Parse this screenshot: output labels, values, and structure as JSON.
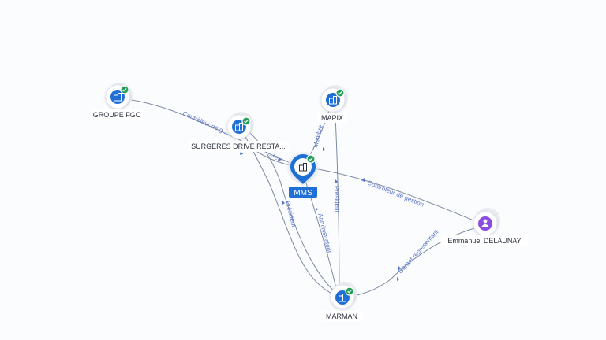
{
  "nodes": {
    "groupe_fgc": {
      "label": "GROUPE FGC",
      "kind": "company",
      "verified": true
    },
    "surgeres": {
      "label": "SURGERES DRIVE RESTA...",
      "kind": "company",
      "verified": true
    },
    "mapix": {
      "label": "MAPIX",
      "kind": "company",
      "verified": true
    },
    "mms": {
      "label": "MMS",
      "kind": "company",
      "verified": true,
      "focus": true
    },
    "marman": {
      "label": "MARMAN",
      "kind": "company",
      "verified": true
    },
    "emmanuel": {
      "label": "Emmanuel DELAUNAY",
      "kind": "person",
      "verified": false
    }
  },
  "edges": {
    "fgc_mms": "Contrôleur de g...",
    "surgeres_mms": "...re",
    "mapix_mms": "Membre",
    "emmanuel_mms": "Contrôleur de gestion",
    "marman_mapix": "Président",
    "marman_mms": "Administrateur",
    "marman_surgeres": "Président",
    "emmanuel_marman": "Gérant représentant"
  },
  "colors": {
    "company": "#1f6fd6",
    "person": "#8a4ddf",
    "verified": "#1f9d55",
    "edge_label": "#5a73c9"
  },
  "icons": {
    "company": "building-icon",
    "person": "person-icon",
    "verified": "check-badge-icon"
  }
}
